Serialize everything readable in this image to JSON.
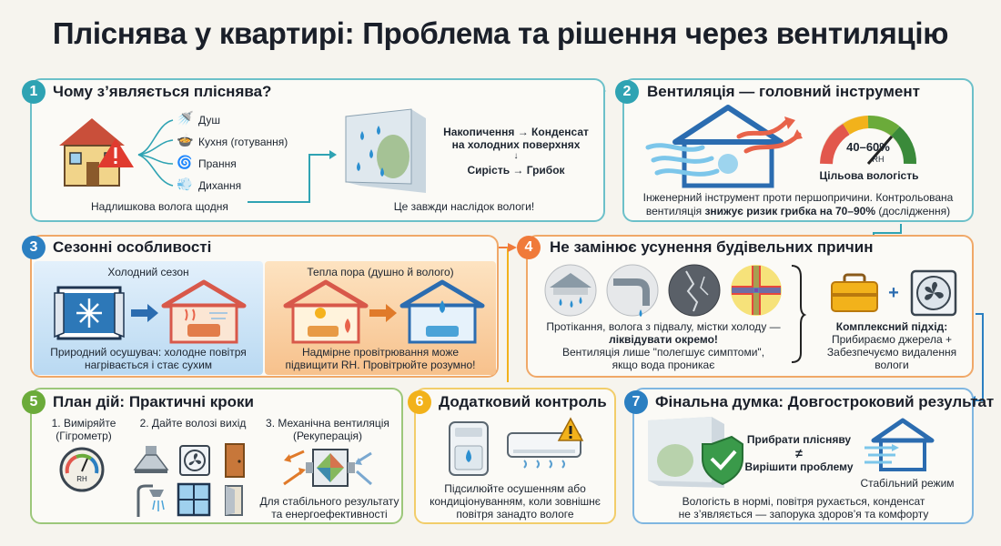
{
  "title": "Пліснява у квартирі: Проблема та рішення через вентиляцію",
  "colors": {
    "teal": "#2fa3b3",
    "blue": "#2b7fc1",
    "orange": "#f07a3a",
    "yellow": "#f2b21b",
    "green": "#6bab3a",
    "red": "#d9302c"
  },
  "p1": {
    "num": "1",
    "title": "Чому з’являється пліснява?",
    "sources": [
      "Душ",
      "Кухня (готування)",
      "Прання",
      "Дихання"
    ],
    "daily": "Надлишкова волога щодня",
    "chain_line1": "Накопичення → Конденсат",
    "chain_line2": "на холодних поверхнях",
    "chain_line3": "Сирість → Грибок",
    "consequence": "Це завжди наслідок вологи!"
  },
  "p2": {
    "num": "2",
    "title": "Вентиляція — головний інструмент",
    "gauge_value": "40–60%",
    "gauge_unit": "RH",
    "gauge_caption": "Цільова вологість",
    "desc_line1": "Інженерний інструмент проти першопричини. Контрольована",
    "desc_line2_a": "вентиляція ",
    "desc_line2_b": "знижує ризик грибка на 70–90%",
    "desc_line2_c": " (дослідження)"
  },
  "p3": {
    "num": "3",
    "title": "Сезонні особливості",
    "cold_title": "Холодний сезон",
    "cold_desc_1": "Природний осушувач: холодне повітря",
    "cold_desc_2": "нагрівається і стає сухим",
    "warm_title": "Тепла пора (душно й волого)",
    "warm_desc_1": "Надмірне провітрювання може",
    "warm_desc_2": "підвищити RH. Провітрюйте розумно!"
  },
  "p4": {
    "num": "4",
    "title": "Не замінює усунення будівельних причин",
    "causes_1": "Протікання, волога з підвалу, містки холоду —",
    "causes_2": "ліквідувати окремо!",
    "causes_3": "Вентиляція лише \"полегшує симптоми\",",
    "causes_4": "якщо вода проникає",
    "approach_title": "Комплексний підхід:",
    "approach_1": "Прибираємо джерела +",
    "approach_2": "Забезпечуємо видалення",
    "approach_3": "вологи"
  },
  "p5": {
    "num": "5",
    "title": "План дій: Практичні кроки",
    "step1_1": "1. Виміряйте",
    "step1_2": "(Гігрометр)",
    "step1_gauge": "RH",
    "step2": "2. Дайте волозі вихід",
    "step3_1": "3. Механічна вентиляція",
    "step3_2": "(Рекуперація)",
    "result_1": "Для стабільного результату",
    "result_2": "та енергоефективності"
  },
  "p6": {
    "num": "6",
    "title": "Додатковий контроль",
    "desc_1": "Підсилюйте осушенням або",
    "desc_2": "кондиціонуванням, коли зовнішнє",
    "desc_3": "повітря занадто вологе"
  },
  "p7": {
    "num": "7",
    "title": "Фінальна думка: Довгостроковий результат",
    "line_1": "Прибрати плісняву",
    "neq": "≠",
    "line_2": "Вирішити проблему",
    "stable": "Стабільний режим",
    "final_1": "Вологість в нормі, повітря рухається, конденсат",
    "final_2": "не з’являється — запорука здоров’я та комфорту"
  }
}
